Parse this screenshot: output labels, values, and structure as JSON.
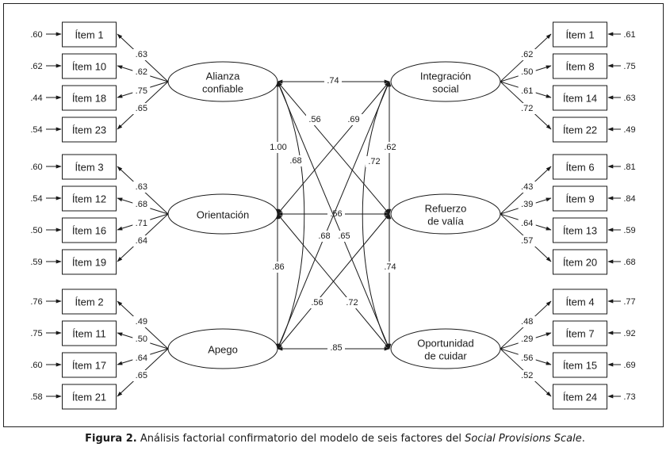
{
  "figure": {
    "caption_label": "Figura 2.",
    "caption_text": " Análisis factorial confirmatorio del modelo de seis factores del ",
    "caption_scale": "Social Provisions Scale",
    "caption_end": "."
  },
  "factors": {
    "left": [
      {
        "name": "Alianza confiable",
        "lines": [
          "Alianza",
          "confiable"
        ],
        "items": [
          {
            "label": "Ítem 1",
            "loading": ".63",
            "error": ".60"
          },
          {
            "label": "Ítem 10",
            "loading": ".62",
            "error": ".62"
          },
          {
            "label": "Ítem 18",
            "loading": ".75",
            "error": ".44"
          },
          {
            "label": "Ítem 23",
            "loading": ".65",
            "error": ".54"
          }
        ]
      },
      {
        "name": "Orientación",
        "lines": [
          "Orientación"
        ],
        "items": [
          {
            "label": "Ítem 3",
            "loading": ".63",
            "error": ".60"
          },
          {
            "label": "Ítem 12",
            "loading": ".68",
            "error": ".54"
          },
          {
            "label": "Ítem 16",
            "loading": ".71",
            "error": ".50"
          },
          {
            "label": "Ítem 19",
            "loading": ".64",
            "error": ".59"
          }
        ]
      },
      {
        "name": "Apego",
        "lines": [
          "Apego"
        ],
        "items": [
          {
            "label": "Ítem 2",
            "loading": ".49",
            "error": ".76"
          },
          {
            "label": "Ítem 11",
            "loading": ".50",
            "error": ".75"
          },
          {
            "label": "Ítem 17",
            "loading": ".64",
            "error": ".60"
          },
          {
            "label": "Ítem 21",
            "loading": ".65",
            "error": ".58"
          }
        ]
      }
    ],
    "right": [
      {
        "name": "Integración social",
        "lines": [
          "Integración",
          "social"
        ],
        "items": [
          {
            "label": "Ítem 1",
            "loading": ".62",
            "error": ".61"
          },
          {
            "label": "Ítem 8",
            "loading": ".50",
            "error": ".75"
          },
          {
            "label": "Ítem 14",
            "loading": ".61",
            "error": ".63"
          },
          {
            "label": "Ítem 22",
            "loading": ".72",
            "error": ".49"
          }
        ]
      },
      {
        "name": "Refuerzo de valía",
        "lines": [
          "Refuerzo",
          "de valía"
        ],
        "items": [
          {
            "label": "Ítem 6",
            "loading": ".43",
            "error": ".81"
          },
          {
            "label": "Ítem 9",
            "loading": ".39",
            "error": ".84"
          },
          {
            "label": "Ítem 13",
            "loading": ".64",
            "error": ".59"
          },
          {
            "label": "Ítem 20",
            "loading": ".57",
            "error": ".68"
          }
        ]
      },
      {
        "name": "Oportunidad de cuidar",
        "lines": [
          "Oportunidad",
          "de cuidar"
        ],
        "items": [
          {
            "label": "Ítem 4",
            "loading": ".48",
            "error": ".77"
          },
          {
            "label": "Ítem 7",
            "loading": ".29",
            "error": ".92"
          },
          {
            "label": "Ítem 15",
            "loading": ".56",
            "error": ".69"
          },
          {
            "label": "Ítem 24",
            "loading": ".52",
            "error": ".73"
          }
        ]
      }
    ]
  },
  "correlations": [
    {
      "from": "Alianza confiable",
      "to": "Integración social",
      "value": ".74"
    },
    {
      "from": "Orientación",
      "to": "Refuerzo de valía",
      "value": ".56"
    },
    {
      "from": "Apego",
      "to": "Oportunidad de cuidar",
      "value": ".85"
    },
    {
      "from": "Alianza confiable",
      "to": "Orientación",
      "value": "1.00"
    },
    {
      "from": "Orientación",
      "to": "Apego",
      "value": ".86"
    },
    {
      "from": "Integración social",
      "to": "Refuerzo de valía",
      "value": ".62"
    },
    {
      "from": "Refuerzo de valía",
      "to": "Oportunidad de cuidar",
      "value": ".74"
    },
    {
      "from": "Alianza confiable",
      "to": "Refuerzo de valía",
      "value": ".56"
    },
    {
      "from": "Orientación",
      "to": "Integración social",
      "value": ".69"
    },
    {
      "from": "Alianza confiable",
      "to": "Apego",
      "value": ".68"
    },
    {
      "from": "Integración social",
      "to": "Oportunidad de cuidar",
      "value": ".72"
    },
    {
      "from": "Apego",
      "to": "Integración social",
      "value": ".68"
    },
    {
      "from": "Alianza confiable",
      "to": "Oportunidad de cuidar",
      "value": ".65"
    },
    {
      "from": "Apego",
      "to": "Refuerzo de valía",
      "value": ".56"
    },
    {
      "from": "Orientación",
      "to": "Oportunidad de cuidar",
      "value": ".72"
    }
  ]
}
